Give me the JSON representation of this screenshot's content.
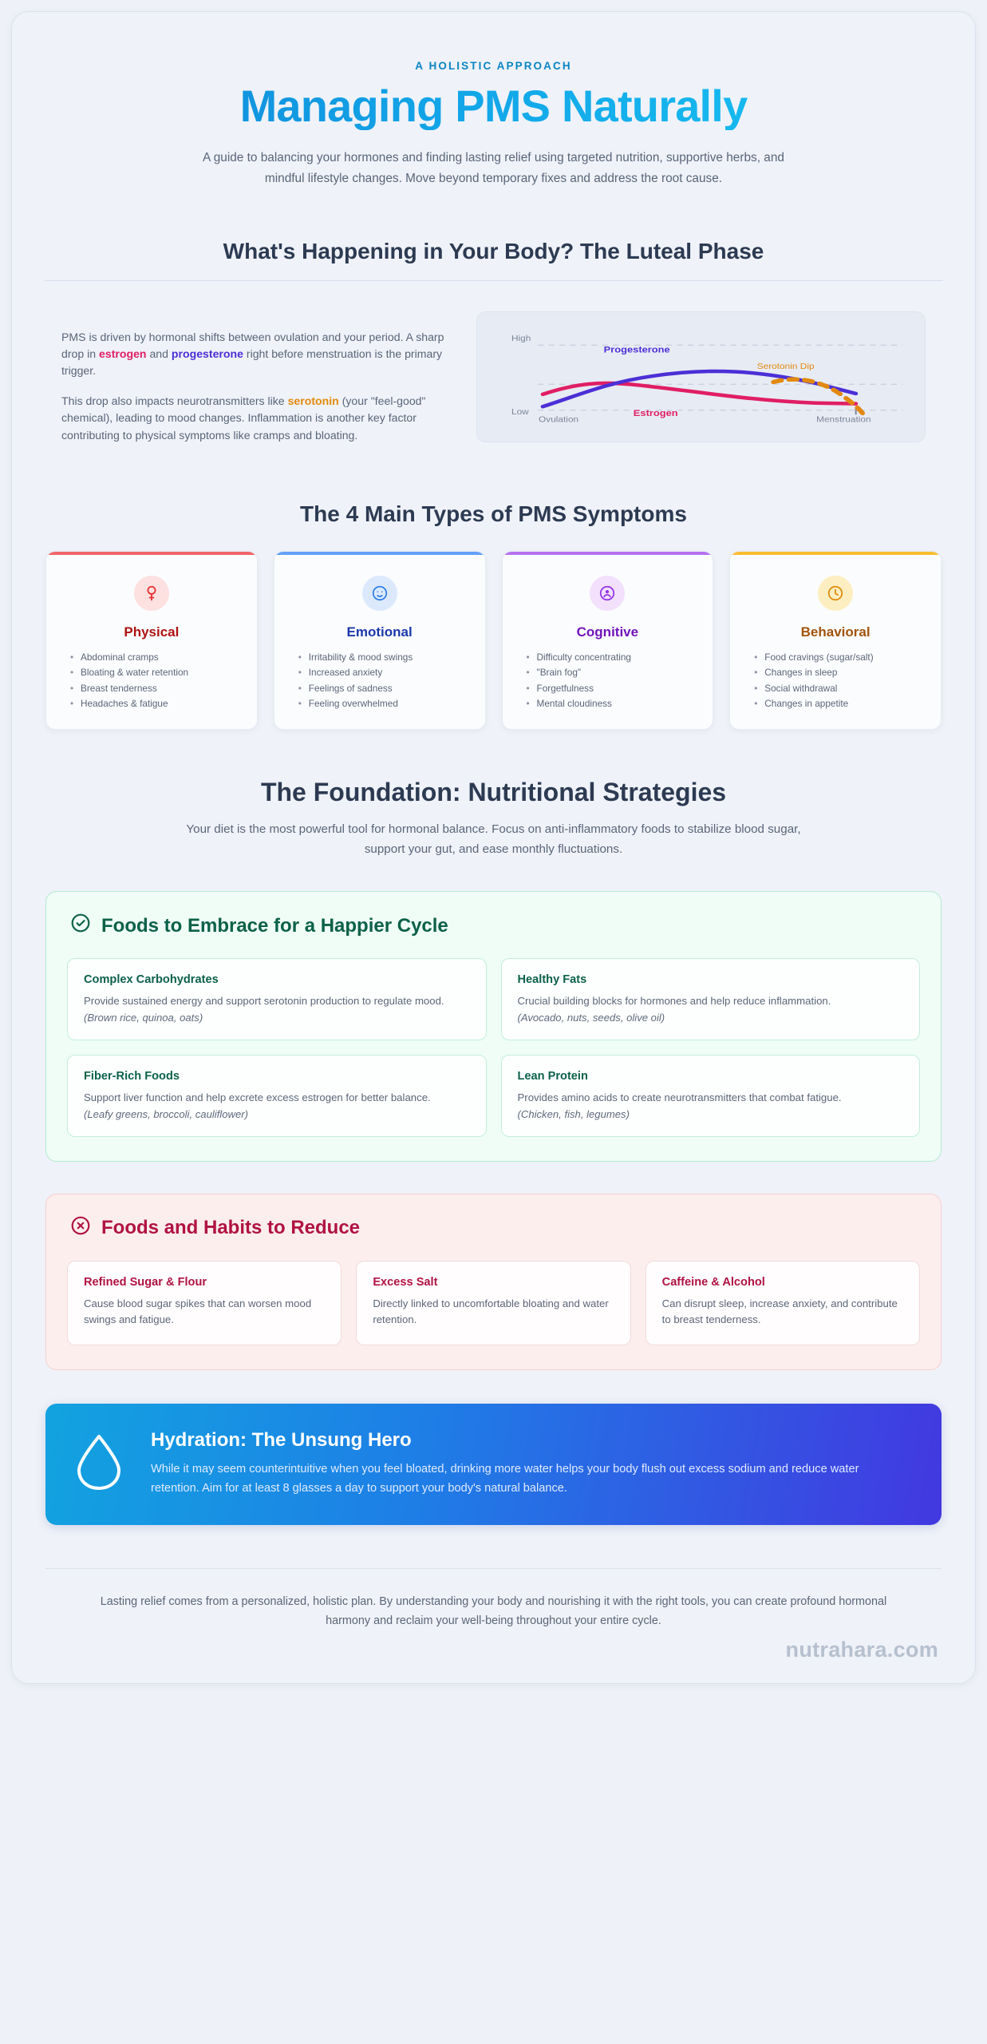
{
  "hero": {
    "eyebrow": "A HOLISTIC APPROACH",
    "title": "Managing PMS Naturally",
    "subtitle": "A guide to balancing your hormones and finding lasting relief using targeted nutrition, supportive herbs, and mindful lifestyle changes. Move beyond temporary fixes and address the root cause."
  },
  "luteal": {
    "heading": "What's Happening in Your Body? The Luteal Phase",
    "p1_a": "PMS is driven by hormonal shifts between ovulation and your period. A sharp drop in ",
    "p1_estrogen": "estrogen",
    "p1_b": " and ",
    "p1_progesterone": "progesterone",
    "p1_c": " right before menstruation is the primary trigger.",
    "p2_a": "This drop also impacts neurotransmitters like ",
    "p2_serotonin": "serotonin",
    "p2_b": " (your \"feel-good\" chemical), leading to mood changes. Inflammation is another key factor contributing to physical symptoms like cramps and bloating."
  },
  "chart_data": {
    "type": "line",
    "title": "Hormone levels across the luteal phase",
    "xlabel": "",
    "ylabel": "",
    "x": [
      "Ovulation",
      "Menstruation"
    ],
    "xtick_labels": [
      "Ovulation",
      "Menstruation"
    ],
    "ytick_labels": [
      "Low",
      "High"
    ],
    "ylim": [
      0,
      100
    ],
    "grid": true,
    "gridlines_at": [
      10,
      50,
      80
    ],
    "legend": "inline-annotations",
    "colors": {
      "estrogen": "#e01e64",
      "progesterone": "#4b2fd6",
      "serotonin": "#e2890f",
      "grid": "#b9c2d2",
      "panel_bg": "#e7ebf4"
    },
    "series": [
      {
        "name": "Estrogen",
        "color": "#e01e64",
        "style": "solid",
        "points": [
          [
            0,
            45
          ],
          [
            18,
            52
          ],
          [
            45,
            40
          ],
          [
            72,
            25
          ],
          [
            100,
            22
          ]
        ]
      },
      {
        "name": "Progesterone",
        "color": "#4b2fd6",
        "style": "solid",
        "points": [
          [
            0,
            25
          ],
          [
            25,
            52
          ],
          [
            50,
            67
          ],
          [
            75,
            60
          ],
          [
            100,
            42
          ]
        ]
      },
      {
        "name": "Serotonin Dip",
        "color": "#e2890f",
        "style": "dashed",
        "points": [
          [
            70,
            58
          ],
          [
            82,
            56
          ],
          [
            92,
            38
          ],
          [
            100,
            12
          ]
        ]
      }
    ],
    "annotations": [
      {
        "text": "Progesterone",
        "color": "#4b2fd6"
      },
      {
        "text": "Estrogen",
        "color": "#e01e64"
      },
      {
        "text": "Serotonin Dip",
        "color": "#e2890f"
      },
      {
        "text": "High",
        "color": "#7b8699"
      },
      {
        "text": "Low",
        "color": "#7b8699"
      },
      {
        "text": "Ovulation",
        "color": "#7b8699"
      },
      {
        "text": "Menstruation",
        "color": "#7b8699"
      }
    ]
  },
  "symptoms": {
    "heading": "The 4 Main Types of PMS Symptoms",
    "cards": [
      {
        "title": "Physical",
        "icon": "venus-symbol-icon",
        "accent": "#f0646a",
        "items": [
          "Abdominal cramps",
          "Bloating & water retention",
          "Breast tenderness",
          "Headaches & fatigue"
        ]
      },
      {
        "title": "Emotional",
        "icon": "smiley-face-icon",
        "accent": "#63a0f8",
        "items": [
          "Irritability & mood swings",
          "Increased anxiety",
          "Feelings of sadness",
          "Feeling overwhelmed"
        ]
      },
      {
        "title": "Cognitive",
        "icon": "person-circle-icon",
        "accent": "#b572f0",
        "items": [
          "Difficulty concentrating",
          "\"Brain fog\"",
          "Forgetfulness",
          "Mental cloudiness"
        ]
      },
      {
        "title": "Behavioral",
        "icon": "clock-icon",
        "accent": "#f9bd32",
        "items": [
          "Food cravings (sugar/salt)",
          "Changes in sleep",
          "Social withdrawal",
          "Changes in appetite"
        ]
      }
    ]
  },
  "nutrition": {
    "heading": "The Foundation: Nutritional Strategies",
    "subtitle": "Your diet is the most powerful tool for hormonal balance. Focus on anti-inflammatory foods to stabilize blood sugar, support your gut, and ease monthly fluctuations."
  },
  "embrace": {
    "heading": "Foods to Embrace for a Happier Cycle",
    "icon": "check-circle-icon",
    "accent": "#0c6148",
    "items": [
      {
        "title": "Complex Carbohydrates",
        "desc": "Provide sustained energy and support serotonin production to regulate mood.",
        "examples": "(Brown rice, quinoa, oats)"
      },
      {
        "title": "Healthy Fats",
        "desc": "Crucial building blocks for hormones and help reduce inflammation.",
        "examples": "(Avocado, nuts, seeds, olive oil)"
      },
      {
        "title": "Fiber-Rich Foods",
        "desc": "Support liver function and help excrete excess estrogen for better balance.",
        "examples": "(Leafy greens, broccoli, cauliflower)"
      },
      {
        "title": "Lean Protein",
        "desc": "Provides amino acids to create neurotransmitters that combat fatigue.",
        "examples": "(Chicken, fish, legumes)"
      }
    ]
  },
  "reduce": {
    "heading": "Foods and Habits to Reduce",
    "icon": "x-circle-icon",
    "accent": "#b01243",
    "items": [
      {
        "title": "Refined Sugar & Flour",
        "desc": "Cause blood sugar spikes that can worsen mood swings and fatigue."
      },
      {
        "title": "Excess Salt",
        "desc": "Directly linked to uncomfortable bloating and water retention."
      },
      {
        "title": "Caffeine & Alcohol",
        "desc": "Can disrupt sleep, increase anxiety, and contribute to breast tenderness."
      }
    ]
  },
  "hydration": {
    "icon": "water-drop-icon",
    "title": "Hydration: The Unsung Hero",
    "desc": "While it may seem counterintuitive when you feel bloated, drinking more water helps your body flush out excess sodium and reduce water retention. Aim for at least 8 glasses a day to support your body's natural balance."
  },
  "footer": {
    "text": "Lasting relief comes from a personalized, holistic plan. By understanding your body and nourishing it with the right tools, you can create profound hormonal harmony and reclaim your well-being throughout your entire cycle.",
    "brand": "nutrahara.com"
  }
}
